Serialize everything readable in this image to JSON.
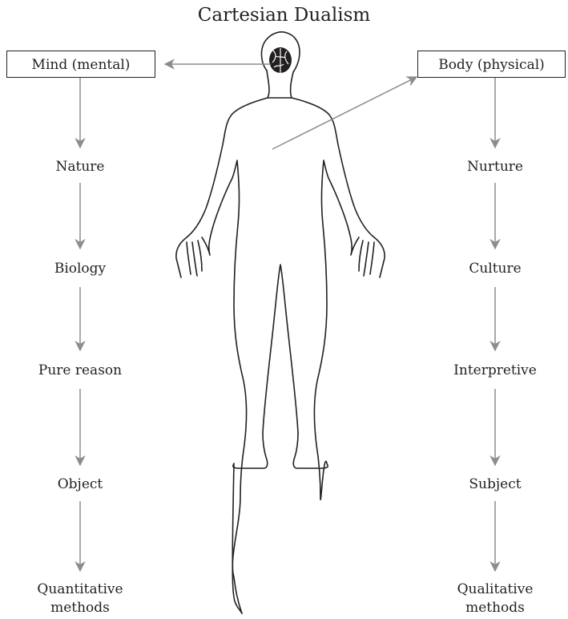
{
  "title": "Cartesian Dualism",
  "left": {
    "box": "Mind (mental)",
    "steps": [
      "Nature",
      "Biology",
      "Pure reason",
      "Object"
    ],
    "final_line1": "Quantitative",
    "final_line2": "methods"
  },
  "right": {
    "box": "Body (physical)",
    "steps": [
      "Nurture",
      "Culture",
      "Interpretive",
      "Subject"
    ],
    "final_line1": "Qualitative",
    "final_line2": "methods"
  },
  "colors": {
    "arrow": "#8c8c8c",
    "ink": "#231f20"
  }
}
